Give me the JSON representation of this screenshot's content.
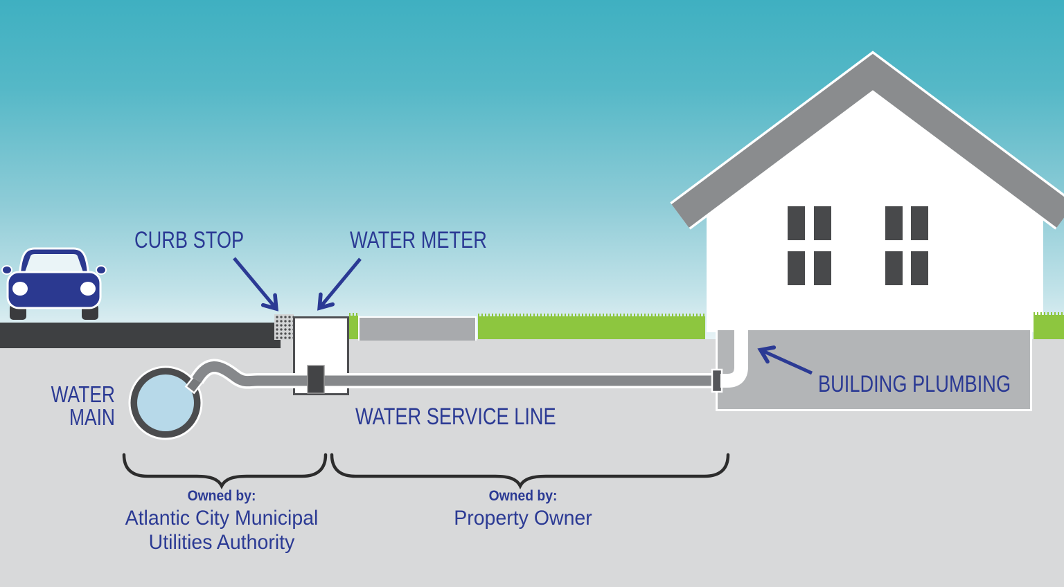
{
  "diagram": {
    "labels": {
      "curb_stop": "CURB STOP",
      "water_meter": "WATER METER",
      "water_main_line1": "WATER",
      "water_main_line2": "MAIN",
      "water_service_line": "WATER SERVICE LINE",
      "building_plumbing": "BUILDING PLUMBING"
    },
    "ownership": {
      "utility": {
        "prefix": "Owned by:",
        "owner_line1": "Atlantic City Municipal",
        "owner_line2": "Utilities Authority"
      },
      "property": {
        "prefix": "Owned by:",
        "owner": "Property Owner"
      }
    },
    "colors": {
      "label_text": "#2b3a94",
      "sky_top": "#3fb0c1",
      "sky_bottom": "#f0f7f9",
      "grass": "#8dc63f",
      "ground": "#d8d9da",
      "road": "#3e4042",
      "sidewalk": "#a8aaad",
      "pipe": "#86888b",
      "water_main_fill": "#b7d9e9",
      "water_main_ring": "#4b4c4e",
      "car": "#2b3990",
      "roof": "#8a8c8e",
      "house": "#ffffff",
      "foundation": "#b3b5b7",
      "brace": "#2c2c2c",
      "arrow": "#2b3a94"
    }
  }
}
